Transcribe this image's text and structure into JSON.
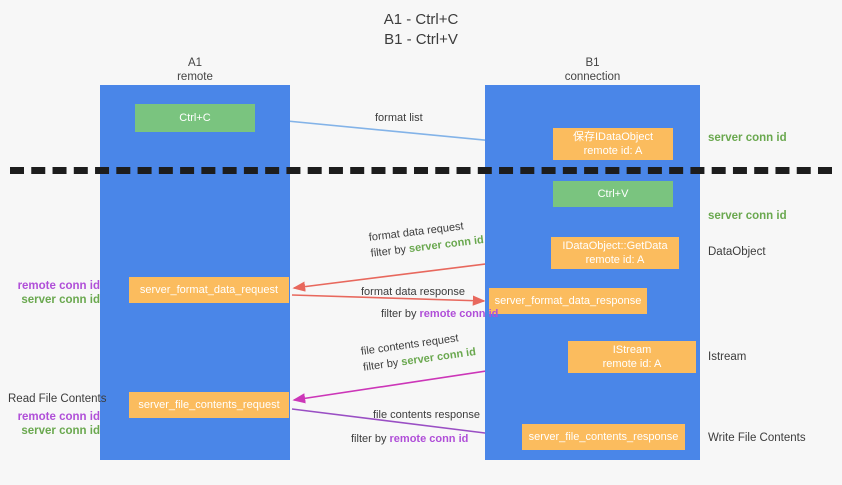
{
  "title": {
    "line1": "A1 - Ctrl+C",
    "line2": "B1 - Ctrl+V"
  },
  "lanes": [
    {
      "id": "a1",
      "name": "A1",
      "role": "remote"
    },
    {
      "id": "b1",
      "name": "B1",
      "role": "connection"
    }
  ],
  "nodes": {
    "ctrl_c": {
      "label": "Ctrl+C",
      "color": "#7ac47f"
    },
    "save_idataobject": {
      "line1": "保存IDataObject",
      "line2": "remote id: A",
      "color": "#fbbc5e"
    },
    "ctrl_v": {
      "label": "Ctrl+V",
      "color": "#7ac47f"
    },
    "getdata": {
      "line1": "IDataObject::GetData",
      "line2": "remote id: A",
      "color": "#fbbc5e"
    },
    "server_format_data_request": {
      "label": "server_format_data_request",
      "color": "#fbbc5e"
    },
    "server_format_data_response": {
      "label": "server_format_data_response",
      "color": "#fbbc5e"
    },
    "istream": {
      "line1": "IStream",
      "line2": "remote id: A",
      "color": "#fbbc5e"
    },
    "server_file_contents_request": {
      "label": "server_file_contents_request",
      "color": "#fbbc5e"
    },
    "server_file_contents_response": {
      "label": "server_file_contents_response",
      "color": "#fbbc5e"
    }
  },
  "edges": {
    "format_list": {
      "label": "format list"
    },
    "format_data_request": {
      "line1": "format data request",
      "filter_prefix": "filter by ",
      "filter_value": "server conn id"
    },
    "format_data_response": {
      "line1": "format data response",
      "filter_prefix": "filter by ",
      "filter_value": "remote conn id"
    },
    "file_contents_request": {
      "line1": "file contents request",
      "filter_prefix": "filter by ",
      "filter_value": "server conn id"
    },
    "file_contents_response": {
      "line1": "file contents response",
      "filter_prefix": "filter by ",
      "filter_value": "remote conn id"
    }
  },
  "side_labels": {
    "server_conn_id_top": "server conn id",
    "server_conn_id_mid": "server conn id",
    "dataobject": "DataObject",
    "istream": "Istream",
    "write_file_contents": "Write File Contents",
    "read_file_contents": "Read File Contents",
    "remote_conn_id": "remote conn id",
    "server_conn_id": "server conn id"
  },
  "colors": {
    "lane": "#4a86e8",
    "green_node": "#7ac47f",
    "orange_node": "#fbbc5e",
    "server_conn": "#6aa84f",
    "remote_conn": "#b04fd8",
    "arrow_blue": "#83b3e8",
    "arrow_red": "#e8685d",
    "arrow_magenta": "#cc36b8",
    "arrow_purple": "#9a4fc4",
    "arrow_black": "#000000",
    "background": "#f7f7f7",
    "separator": "#1d1d1d"
  }
}
